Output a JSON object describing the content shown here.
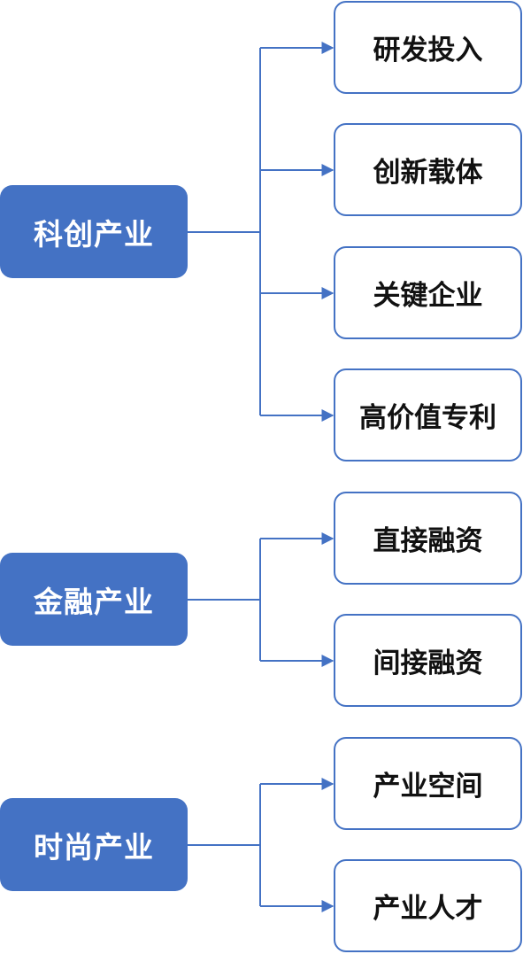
{
  "groups": [
    {
      "label": "科创产业",
      "items": [
        "研发投入",
        "创新载体",
        "关键企业",
        "高价值专利"
      ]
    },
    {
      "label": "金融产业",
      "items": [
        "直接融资",
        "间接融资"
      ]
    },
    {
      "label": "时尚产业",
      "items": [
        "产业空间",
        "产业人才"
      ]
    }
  ],
  "colors": {
    "accent": "#4472c4",
    "connector": "#4472c4",
    "item_text": "#111111",
    "category_text": "#ffffff"
  }
}
